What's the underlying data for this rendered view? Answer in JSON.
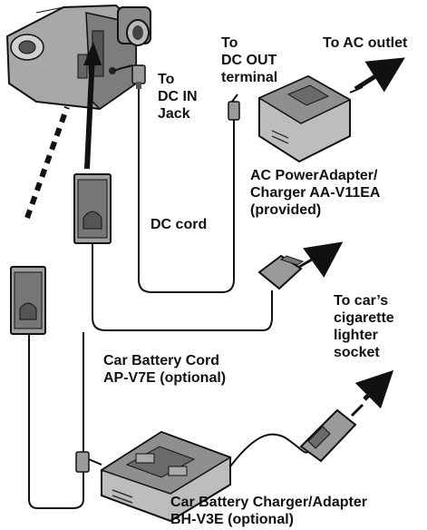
{
  "labels": {
    "dc_in": [
      "To",
      "DC IN",
      "Jack"
    ],
    "dc_out": [
      "To",
      "DC OUT",
      "terminal"
    ],
    "ac_outlet": "To AC outlet",
    "ac_adapter": [
      "AC PowerAdapter/",
      "Charger AA-V11EA",
      "(provided)"
    ],
    "dc_cord": "DC cord",
    "car_lighter": [
      "To car’s",
      "cigarette",
      "lighter",
      "socket"
    ],
    "car_cord": [
      "Car Battery Cord",
      "AP-V7E (optional)"
    ],
    "car_charger": [
      "Car Battery Charger/Adapter",
      "BH-V3E (optional)"
    ]
  },
  "colors": {
    "ink": "#111111",
    "body_gray": "#9a9a9a",
    "dark_gray": "#555555",
    "light_gray": "#c8c8c8"
  }
}
